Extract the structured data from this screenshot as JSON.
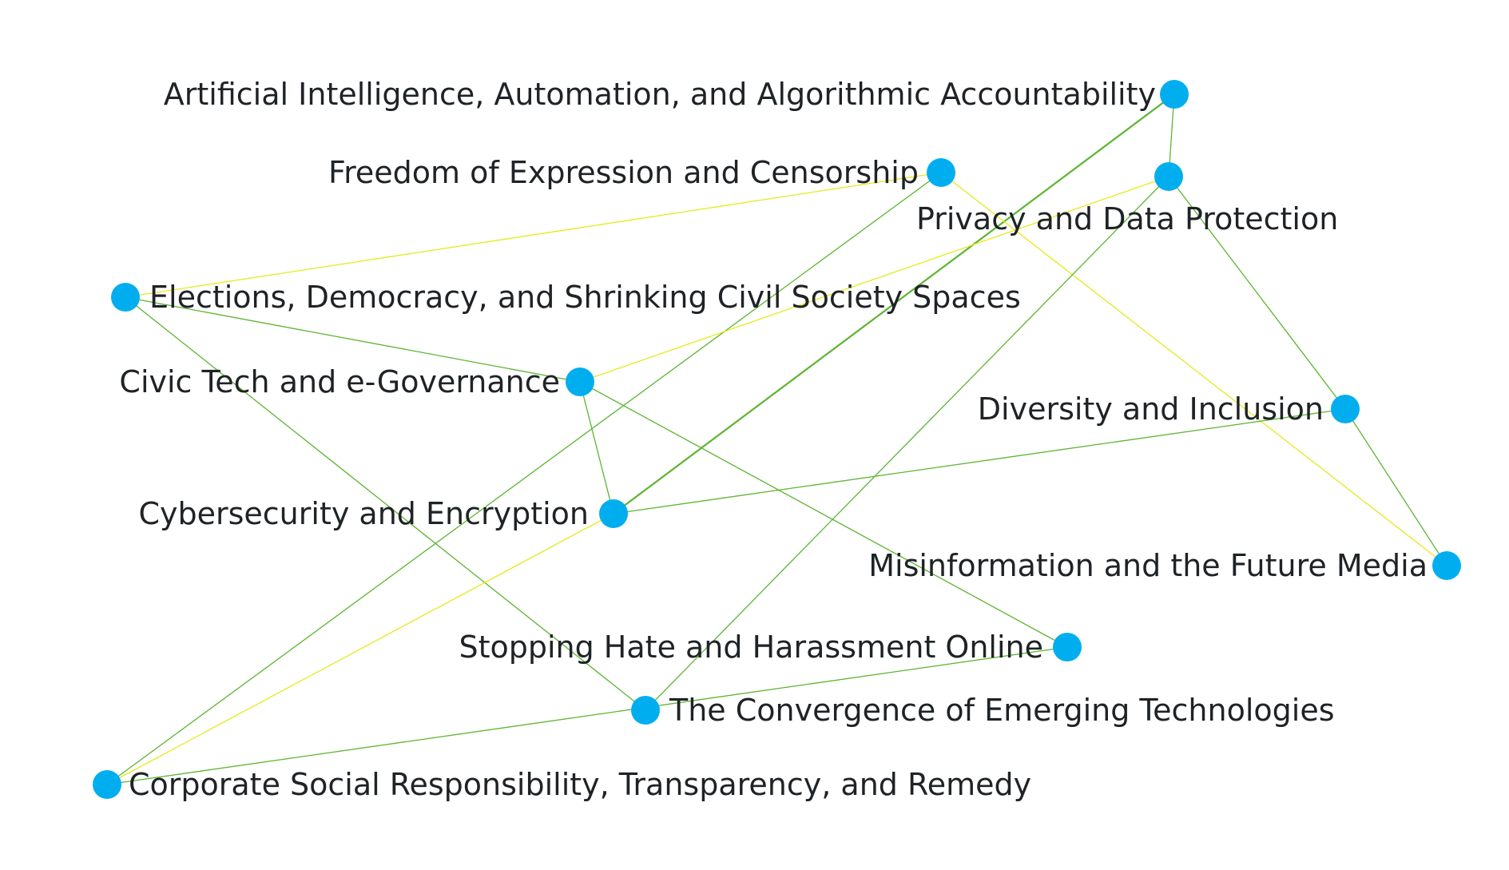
{
  "colors": {
    "node": "#00aeef",
    "edge_green": "#5cb531",
    "edge_yellow": "#e6ea1a",
    "label": "#1f2326",
    "background": "#ffffff"
  },
  "nodes": [
    {
      "id": "ai",
      "label": "Artificial Intelligence, Automation, and Algorithmic Accountability"
    },
    {
      "id": "freedom",
      "label": "Freedom of Expression and Censorship"
    },
    {
      "id": "privacy",
      "label": "Privacy and Data Protection"
    },
    {
      "id": "elections",
      "label": "Elections, Democracy, and Shrinking Civil Society Spaces"
    },
    {
      "id": "civic",
      "label": "Civic Tech and e-Governance"
    },
    {
      "id": "diversity",
      "label": "Diversity and Inclusion"
    },
    {
      "id": "cyber",
      "label": "Cybersecurity and Encryption"
    },
    {
      "id": "misinfo",
      "label": "Misinformation and the Future Media"
    },
    {
      "id": "hate",
      "label": "Stopping Hate and Harassment Online"
    },
    {
      "id": "convergence",
      "label": "The Convergence of Emerging Technologies"
    },
    {
      "id": "csr",
      "label": "Corporate Social Responsibility, Transparency, and Remedy"
    }
  ],
  "edges": [
    {
      "source": "ai",
      "target": "privacy",
      "color": "green"
    },
    {
      "source": "ai",
      "target": "cyber",
      "color": "green"
    },
    {
      "source": "freedom",
      "target": "elections",
      "color": "yellow"
    },
    {
      "source": "freedom",
      "target": "misinfo",
      "color": "yellow"
    },
    {
      "source": "freedom",
      "target": "csr",
      "color": "green"
    },
    {
      "source": "privacy",
      "target": "civic",
      "color": "yellow"
    },
    {
      "source": "privacy",
      "target": "diversity",
      "color": "green"
    },
    {
      "source": "privacy",
      "target": "convergence",
      "color": "green"
    },
    {
      "source": "elections",
      "target": "civic",
      "color": "green"
    },
    {
      "source": "elections",
      "target": "convergence",
      "color": "green"
    },
    {
      "source": "civic",
      "target": "cyber",
      "color": "green"
    },
    {
      "source": "civic",
      "target": "hate",
      "color": "green"
    },
    {
      "source": "diversity",
      "target": "cyber",
      "color": "green"
    },
    {
      "source": "diversity",
      "target": "misinfo",
      "color": "green"
    },
    {
      "source": "cyber",
      "target": "csr",
      "color": "yellow"
    },
    {
      "source": "hate",
      "target": "csr",
      "color": "green"
    }
  ]
}
